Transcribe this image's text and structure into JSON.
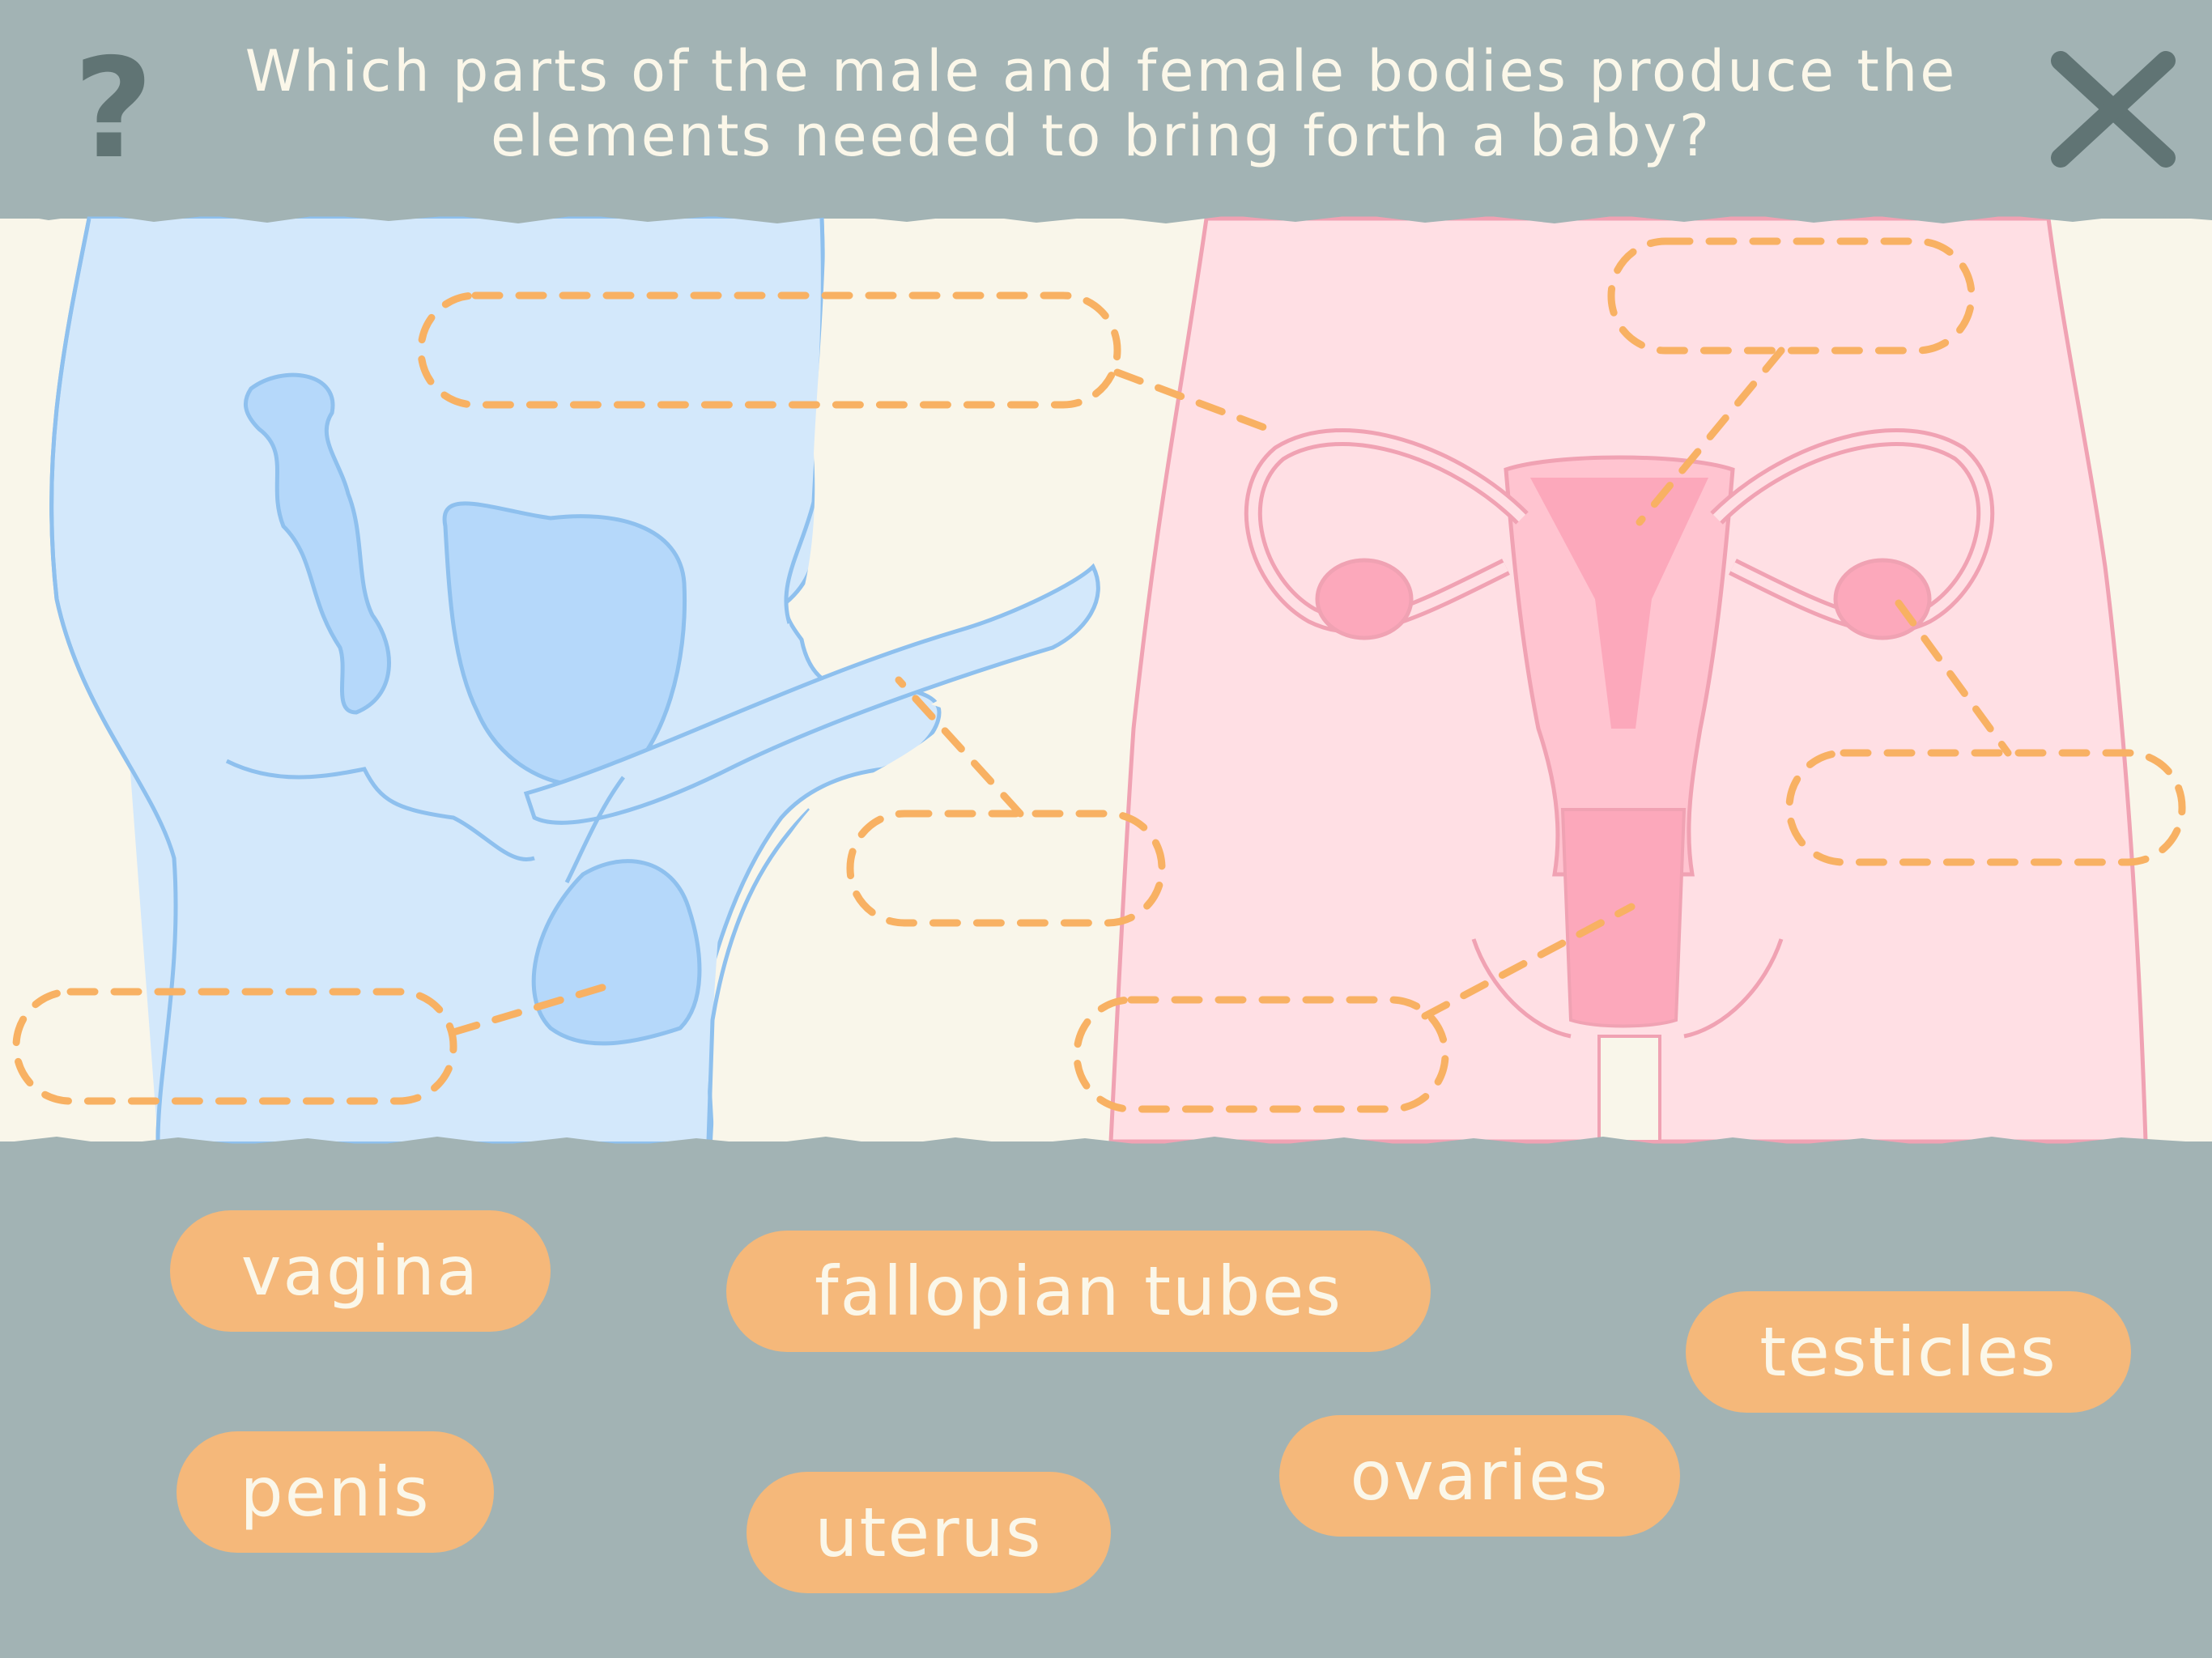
{
  "question": "Which parts of the male and female bodies produce the elements needed to bring forth a baby?",
  "icons": {
    "help": "question-mark-icon",
    "close": "close-x-icon"
  },
  "help_symbol": "?",
  "answers": [
    "vagina",
    "fallopian tubes",
    "testicles",
    "penis",
    "uterus",
    "ovaries"
  ],
  "colors": {
    "background": "#a2b3b4",
    "text": "#fbf7e9",
    "answer_pill": "#f5b87a",
    "drop_zone_outline": "#f8b163",
    "male_body": "#d3e8fb",
    "male_outline": "#8ec0ee",
    "female_body": "#ffdfe4",
    "female_outline": "#f0a2b3",
    "icon": "#607474"
  }
}
